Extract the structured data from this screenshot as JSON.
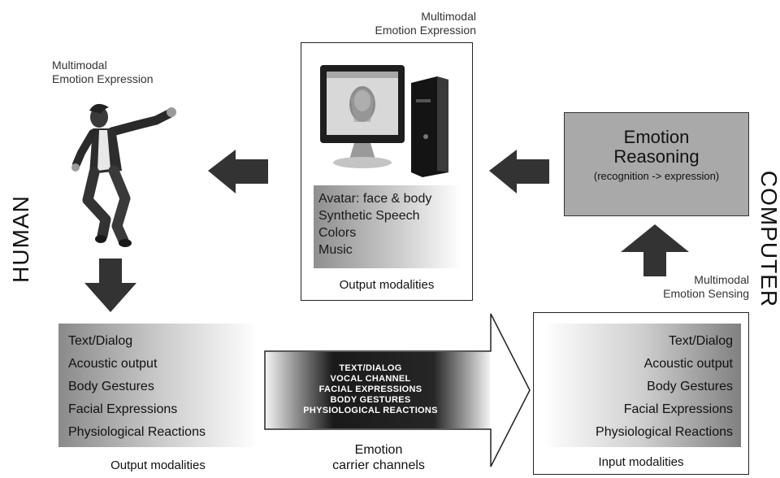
{
  "side_labels": {
    "human": "HUMAN",
    "computer": "COMPUTER"
  },
  "top_labels": {
    "human_expression": [
      "Multimodal",
      "Emotion Expression"
    ],
    "computer_expression": [
      "Multimodal",
      "Emotion Expression"
    ],
    "computer_sensing": [
      "Multimodal",
      "Emotion Sensing"
    ]
  },
  "output_box": {
    "items": [
      "Avatar: face & body",
      "Synthetic Speech",
      "Colors",
      "Music"
    ],
    "caption": "Output modalities"
  },
  "reasoning": {
    "title_line1": "Emotion",
    "title_line2": "Reasoning",
    "subtitle": "(recognition -> expression)"
  },
  "human_outputs": {
    "items": [
      "Text/Dialog",
      "Acoustic output",
      "Body Gestures",
      "Facial Expressions",
      "Physiological Reactions"
    ],
    "caption": "Output modalities"
  },
  "computer_inputs": {
    "items": [
      "Text/Dialog",
      "Acoustic output",
      "Body Gestures",
      "Facial Expressions",
      "Physiological Reactions"
    ],
    "caption": "Input modalities"
  },
  "channels": {
    "items": [
      "TEXT/DIALOG",
      "VOCAL CHANNEL",
      "FACIAL EXPRESSIONS",
      "BODY  GESTURES",
      "PHYSIOLOGICAL REACTIONS"
    ],
    "caption_line1": "Emotion",
    "caption_line2": "carrier channels"
  },
  "colors": {
    "arrow": "#333333",
    "reasoning_fill": "#a9a9a9",
    "line": "#222222"
  }
}
